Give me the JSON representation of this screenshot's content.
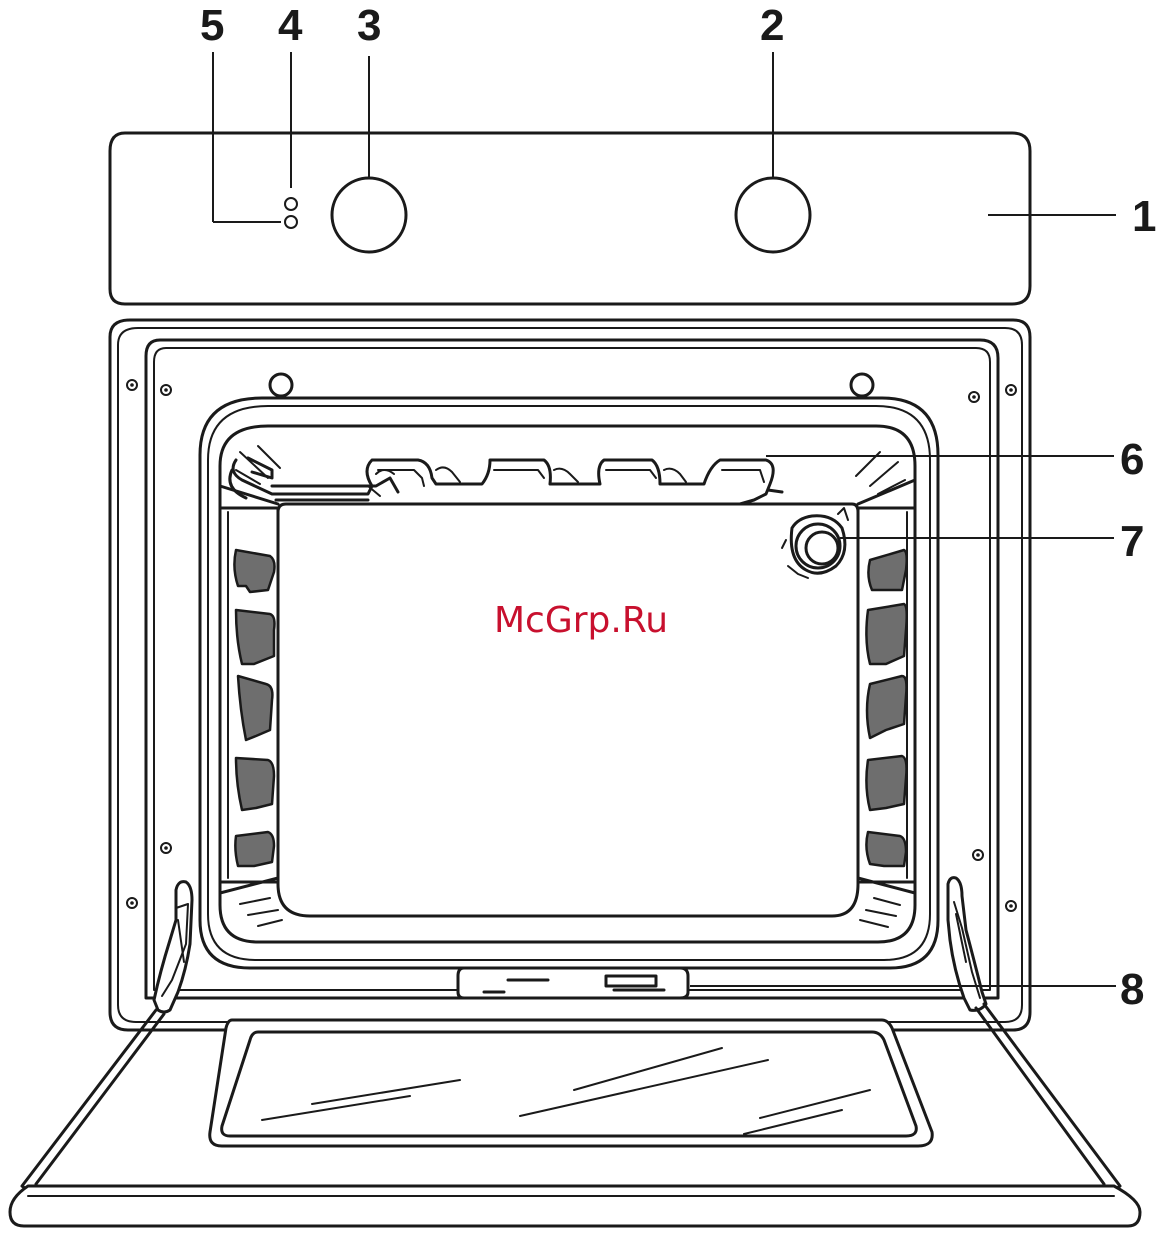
{
  "watermark": "McGrp.Ru",
  "callouts": [
    {
      "id": "1",
      "label": "1"
    },
    {
      "id": "2",
      "label": "2"
    },
    {
      "id": "3",
      "label": "3"
    },
    {
      "id": "4",
      "label": "4"
    },
    {
      "id": "5",
      "label": "5"
    },
    {
      "id": "6",
      "label": "6"
    },
    {
      "id": "7",
      "label": "7"
    },
    {
      "id": "8",
      "label": "8"
    }
  ],
  "colors": {
    "line": "#1a1a1a",
    "support_fill": "#6e6e6e",
    "watermark": "#c8102e"
  }
}
